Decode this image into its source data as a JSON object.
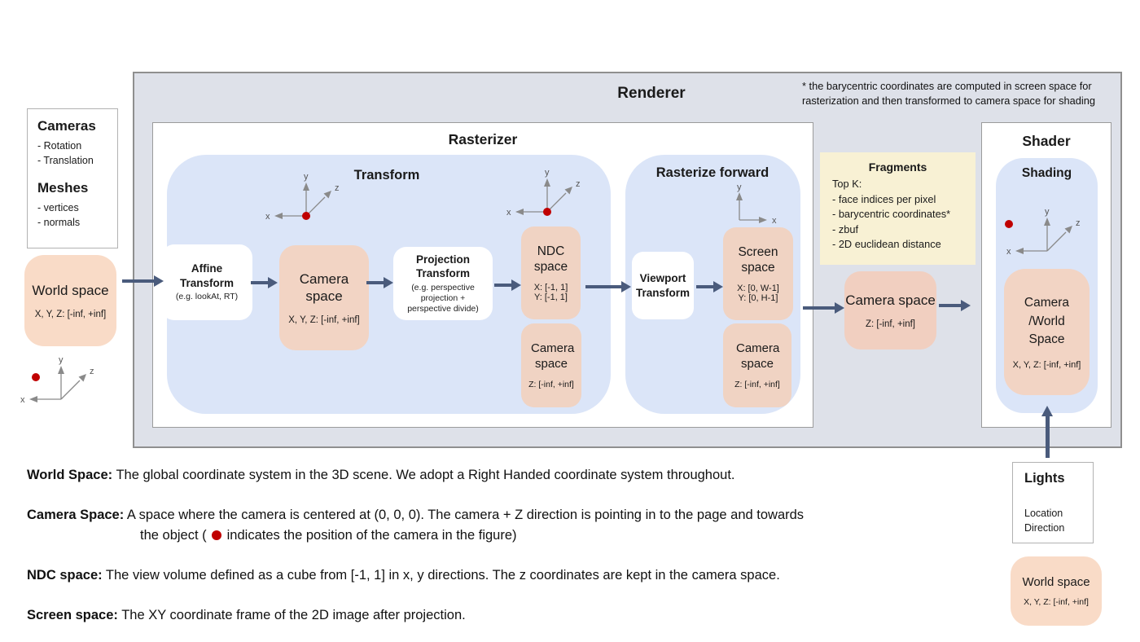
{
  "axes": {
    "x": "x",
    "y": "y",
    "z": "z"
  },
  "colors": {
    "arrow": "#4a5b7c",
    "camera_dot": "#c00000",
    "renderer_gray": "#dee1e9",
    "box_blue": "#dbe5f8",
    "box_orange": "#f5d6c3",
    "box_yellow": "#f8f1d4"
  },
  "inputs": {
    "cameras_title": "Cameras",
    "cameras_items": [
      "- Rotation",
      "- Translation"
    ],
    "meshes_title": "Meshes",
    "meshes_items": [
      "- vertices",
      "- normals"
    ],
    "world_space": {
      "title": "World space",
      "range": "X, Y, Z: [-inf, +inf]"
    }
  },
  "renderer": {
    "title": "Renderer",
    "note": "* the barycentric coordinates are computed in screen space for rasterization and then transformed to camera space for shading"
  },
  "rasterizer": {
    "title": "Rasterizer",
    "transform": {
      "title": "Transform",
      "affine": {
        "title": "Affine Transform",
        "subtitle": "(e.g. lookAt, RT)"
      },
      "camera_space": {
        "title": "Camera space",
        "range": "X, Y, Z: [-inf, +inf]"
      },
      "projection": {
        "title": "Projection Transform",
        "subtitle": "(e.g. perspective projection + perspective divide)"
      },
      "ndc_space": {
        "title": "NDC space",
        "range_x": "X: [-1, 1]",
        "range_y": "Y: [-1, 1]"
      },
      "camera_space_z": {
        "title": "Camera space",
        "range": "Z: [-inf, +inf]"
      }
    },
    "rasterize_forward": {
      "title": "Rasterize forward",
      "viewport": {
        "title": "Viewport Transform"
      },
      "screen_space": {
        "title": "Screen space",
        "range_x": "X: [0, W-1]",
        "range_y": "Y: [0, H-1]"
      },
      "camera_space_z": {
        "title": "Camera space",
        "range": "Z: [-inf, +inf]"
      }
    }
  },
  "fragments": {
    "title": "Fragments",
    "lines": [
      "Top K:",
      "- face indices per pixel",
      "- barycentric coordinates*",
      "- zbuf",
      "- 2D euclidean distance"
    ]
  },
  "camera_space_mid": {
    "title": "Camera space",
    "range": "Z: [-inf, +inf]"
  },
  "shader": {
    "title": "Shader",
    "shading_title": "Shading",
    "camera_world": {
      "title": "Camera /World Space",
      "range": "X, Y, Z: [-inf, +inf]"
    }
  },
  "lights": {
    "title": "Lights",
    "items": [
      "Location",
      "Direction"
    ],
    "world_space": {
      "title": "World space",
      "range": "X, Y, Z: [-inf, +inf]"
    }
  },
  "definitions": {
    "world": {
      "term": "World Space:",
      "text": "The global coordinate system in the 3D scene. We adopt a Right Handed coordinate system throughout."
    },
    "camera": {
      "term": "Camera Space:",
      "line1": "A space where the camera is centered at (0, 0, 0). The camera + Z direction is pointing in to the page and towards",
      "line2_pre": "the object (",
      "line2_post": "indicates the position of the camera in the figure)"
    },
    "ndc": {
      "term": "NDC space:",
      "text": "The view volume defined as a cube from [-1, 1] in x, y directions. The z coordinates are kept in the camera space."
    },
    "screen": {
      "term": "Screen space:",
      "text": "The XY coordinate frame of the 2D image after projection."
    }
  }
}
